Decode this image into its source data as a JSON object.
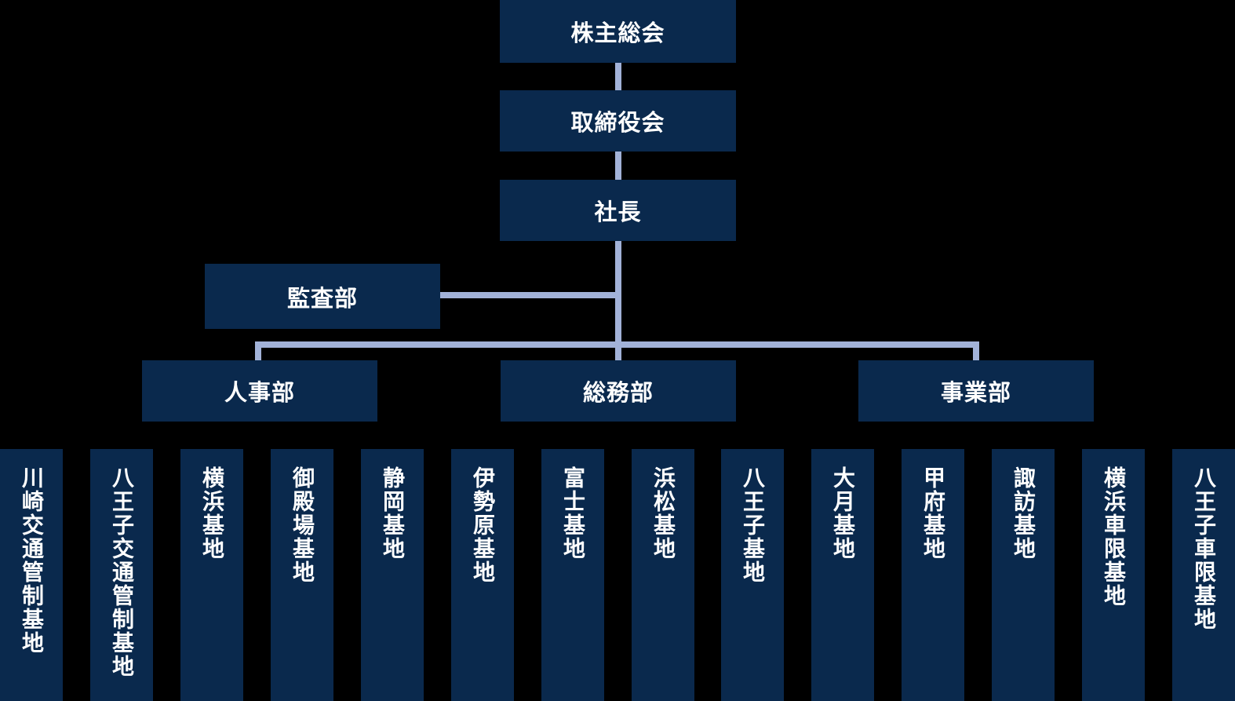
{
  "colors": {
    "background": "#000000",
    "node_fill": "#0a294d",
    "connector": "#a2b2d8",
    "text": "#ffffff"
  },
  "org": {
    "top_nodes": [
      {
        "id": "shareholders-meeting",
        "label": "株主総会"
      },
      {
        "id": "board-of-directors",
        "label": "取締役会"
      },
      {
        "id": "president",
        "label": "社長"
      }
    ],
    "audit": {
      "label": "監査部"
    },
    "departments": [
      {
        "id": "hr",
        "label": "人事部"
      },
      {
        "id": "general-affairs",
        "label": "総務部"
      },
      {
        "id": "business",
        "label": "事業部"
      }
    ],
    "bases": [
      {
        "label": "川崎交通管制基地"
      },
      {
        "label": "八王子交通管制基地"
      },
      {
        "label": "横浜基地"
      },
      {
        "label": "御殿場基地"
      },
      {
        "label": "静岡基地"
      },
      {
        "label": "伊勢原基地"
      },
      {
        "label": "富士基地"
      },
      {
        "label": "浜松基地"
      },
      {
        "label": "八王子基地"
      },
      {
        "label": "大月基地"
      },
      {
        "label": "甲府基地"
      },
      {
        "label": "諏訪基地"
      },
      {
        "label": "横浜車限基地"
      },
      {
        "label": "八王子車限基地"
      }
    ]
  }
}
